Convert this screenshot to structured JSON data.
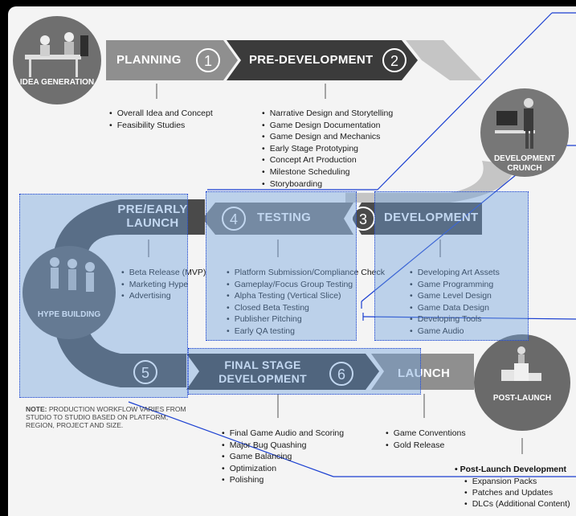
{
  "phases": {
    "idea_generation": "IDEA GENERATION",
    "planning": {
      "label": "PLANNING",
      "number": "1"
    },
    "pre_development": {
      "label": "PRE-DEVELOPMENT",
      "number": "2"
    },
    "development_crunch": "DEVELOPMENT CRUNCH",
    "development": {
      "label": "DEVELOPMENT",
      "number": "3"
    },
    "testing": {
      "label": "TESTING",
      "number": "4"
    },
    "pre_early_launch": "PRE/EARLY LAUNCH",
    "hype_building": "HYPE BUILDING",
    "final_stage": {
      "label_line1": "FINAL STAGE",
      "label_line2": "DEVELOPMENT",
      "number": "6"
    },
    "phase5_number": "5",
    "launch": "LAUNCH",
    "post_launch": "POST-LAUNCH"
  },
  "lists": {
    "planning": [
      "Overall Idea and Concept",
      "Feasibility Studies"
    ],
    "pre_development": [
      "Narrative Design and Storytelling",
      "Game Design Documentation",
      "Game Design and Mechanics",
      "Early Stage Prototyping",
      "Concept Art Production",
      "Milestone Scheduling",
      "Storyboarding"
    ],
    "pre_early_launch": [
      "Beta Release (MVP)",
      "Marketing Hype",
      "Advertising"
    ],
    "testing": [
      "Platform Submission/Compliance Check",
      "Gameplay/Focus Group Testing",
      "Alpha Testing (Vertical Slice)",
      "Closed Beta Testing",
      "Publisher Pitching",
      "Early QA testing"
    ],
    "development": [
      "Developing Art Assets",
      "Game Programming",
      "Game Level Design",
      "Game Data Design",
      "Developing Tools",
      "Game Audio"
    ],
    "final_stage": [
      "Final Game Audio and Scoring",
      "Major Bug Quashing",
      "Game Balancing",
      "Optimization",
      "Polishing"
    ],
    "launch": [
      "Game Conventions",
      "Gold Release"
    ],
    "post_launch_title": "Post-Launch Development",
    "post_launch": [
      "Expansion Packs",
      "Patches and Updates",
      "DLCs (Additional Content)"
    ]
  },
  "note": {
    "label": "NOTE:",
    "text": "PRODUCTION WORKFLOW VARIES FROM STUDIO TO STUDIO BASED ON PLATFORM, REGION, PROJECT AND SIZE."
  },
  "colors": {
    "dark_arrow": "#3a3a3a",
    "mid_arrow": "#8a8a8a",
    "light_arrow": "#c8c8c8",
    "selection_fill": "#6ea0dc",
    "selection_border": "#1a3fd1",
    "annotation_line": "#1a3fd1"
  }
}
